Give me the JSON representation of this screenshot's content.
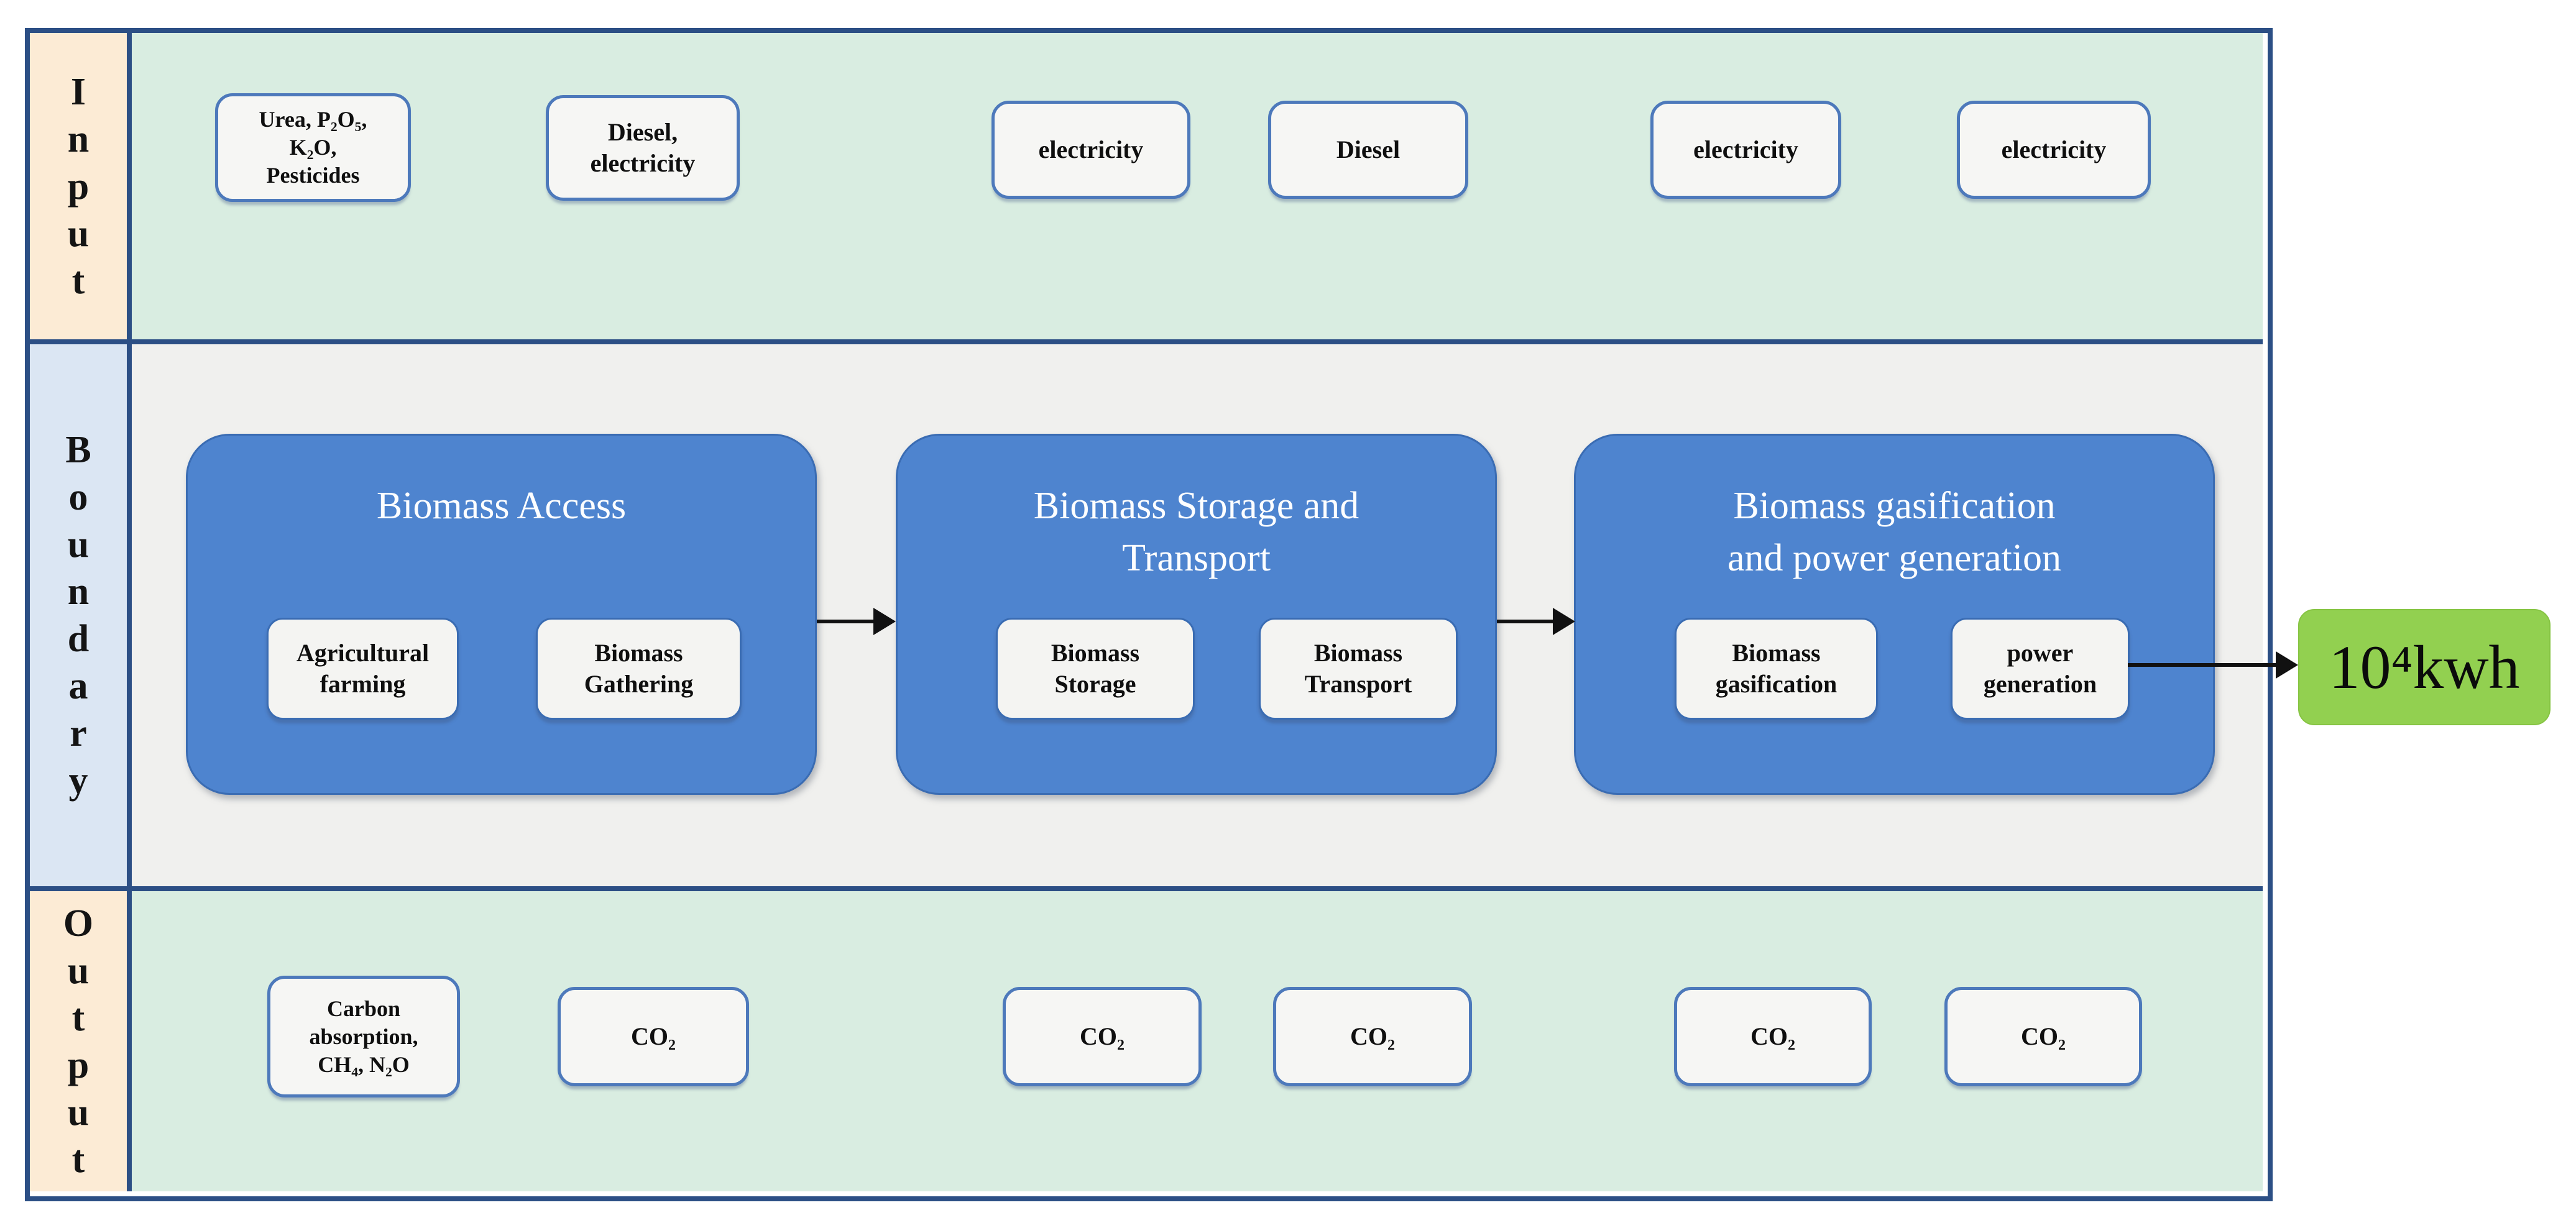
{
  "diagram": {
    "row_labels": {
      "input": "I\nn\np\nu\nt",
      "boundary": "B\no\nu\nn\nd\na\nr\ny",
      "output": "O\nu\nt\np\nu\nt"
    },
    "inputs": [
      "Urea, P₂O₅,\nK₂O,\nPesticides",
      "Diesel,\nelectricity",
      "electricity",
      "Diesel",
      "electricity",
      "electricity"
    ],
    "stages": [
      {
        "title": "Biomass Access",
        "subprocesses": [
          "Agricultural\nfarming",
          "Biomass\nGathering"
        ]
      },
      {
        "title": "Biomass Storage and\nTransport",
        "subprocesses": [
          "Biomass\nStorage",
          "Biomass\nTransport"
        ]
      },
      {
        "title": "Biomass gasification\nand power generation",
        "subprocesses": [
          "Biomass\ngasification",
          "power\ngeneration"
        ]
      }
    ],
    "outputs": [
      "Carbon\nabsorption,\nCH₄, N₂O",
      "CO₂",
      "CO₂",
      "CO₂",
      "CO₂",
      "CO₂"
    ],
    "result": "10⁴kwh",
    "colors": {
      "frame_border": "#2c4f85",
      "input_output_bg": "#d9ede1",
      "boundary_bg": "#f0f0ee",
      "label_peach_bg": "#fcebd5",
      "label_blue_bg": "#dbe6f3",
      "stage_fill": "#4e84cf",
      "small_box_border": "#4d79bb",
      "small_box_fill": "#f6f6f4",
      "result_green": "#92d050",
      "arrow": "#111111"
    }
  }
}
